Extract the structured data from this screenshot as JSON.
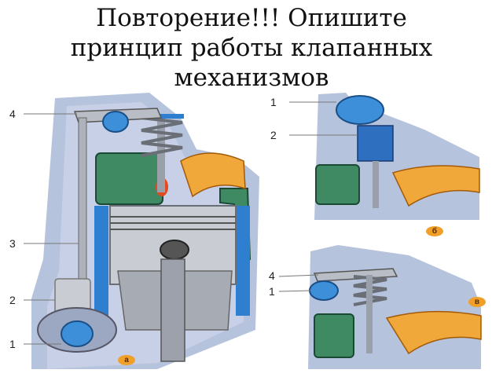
{
  "slide": {
    "title_lines": [
      "Повторение!!! Опишите",
      "принцип работы клапанных",
      "механизмов"
    ]
  },
  "diagram_a": {
    "callouts": [
      "4",
      "3",
      "2",
      "1"
    ],
    "badge": "а"
  },
  "diagram_b": {
    "callouts": [
      "1",
      "2"
    ],
    "badge": "б"
  },
  "diagram_c": {
    "callouts": [
      "4",
      "1"
    ],
    "badge": "в"
  },
  "colors": {
    "head_blue": "#8ea6c8",
    "cooling_green": "#3f8a62",
    "port_orange": "#f0a83a",
    "cam_blue": "#3c8fd8",
    "steel": "#b8bcc4"
  }
}
